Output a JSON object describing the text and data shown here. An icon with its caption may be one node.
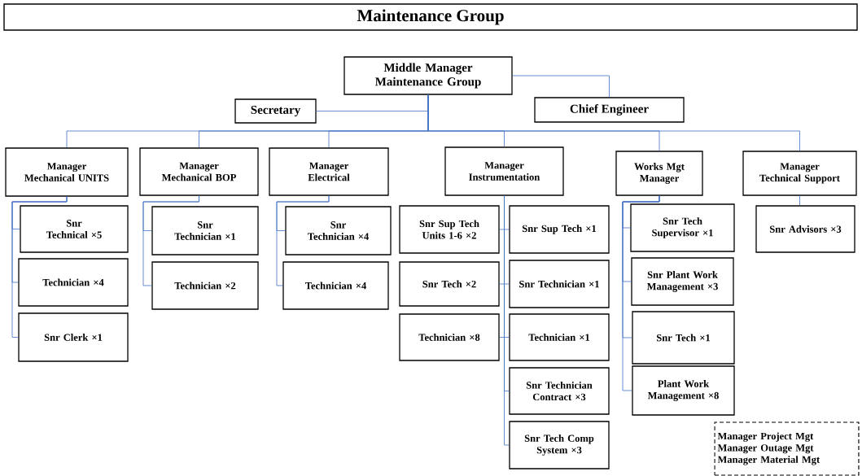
{
  "diagram": {
    "title": "Maintenance Group",
    "nodes": [
      {
        "text": [
          "Middle Manager Maintenance Group"
        ]
      },
      {
        "text": [
          "Secretary"
        ]
      },
      {
        "text": [
          "Chief Engineer"
        ]
      },
      {
        "text": [
          "Manager Mechanical UNITS"
        ]
      },
      {
        "text": [
          "Manager Mechanical BOP"
        ]
      },
      {
        "text": [
          "Manager Electrical"
        ]
      },
      {
        "text": [
          "Manager Instrumentation"
        ]
      },
      {
        "text": [
          "Works Mgt Manager"
        ]
      },
      {
        "text": [
          "Manager Technical Support"
        ]
      },
      {
        "text": [
          "Snr Technical ×5"
        ]
      },
      {
        "text": [
          "Technician ×4"
        ]
      },
      {
        "text": [
          "Snr Clerk ×1"
        ]
      },
      {
        "text": [
          "Snr Technician ×1"
        ]
      },
      {
        "text": [
          "Technician ×2"
        ]
      },
      {
        "text": [
          "Snr Technician ×4"
        ]
      },
      {
        "text": [
          "Technician ×4"
        ]
      },
      {
        "text": [
          "Snr Sup Tech Units 1-6 ×2"
        ]
      },
      {
        "text": [
          "Snr Sup Tech ×1"
        ]
      },
      {
        "text": [
          "Snr Tech ×2"
        ]
      },
      {
        "text": [
          "Snr Technician ×1"
        ]
      },
      {
        "text": [
          "Technician ×8"
        ]
      },
      {
        "text": [
          "Technician ×1"
        ]
      },
      {
        "text": [
          "Snr Technician Contract ×3"
        ]
      },
      {
        "text": [
          "Snr Tech Comp System ×3"
        ]
      },
      {
        "text": [
          "Snr Tech Supervisor ×1"
        ]
      },
      {
        "text": [
          "Snr Plant Work Management ×3"
        ]
      },
      {
        "text": [
          "Snr Tech ×1"
        ]
      },
      {
        "text": [
          "Plant Work Management ×8"
        ]
      },
      {
        "text": [
          "Snr Advisors ×3"
        ]
      },
      {
        "text": [
          "Manager Project Mgt",
          "Manager Outage Mgt",
          "Manager Material Mgt"
        ]
      }
    ],
    "edges": [
      {
        "from": 0,
        "to": 1,
        "arrow": "none"
      },
      {
        "from": 0,
        "to": 2,
        "arrow": "none"
      },
      {
        "from": 0,
        "to": 3,
        "arrow": "none"
      },
      {
        "from": 0,
        "to": 4,
        "arrow": "none"
      },
      {
        "from": 0,
        "to": 5,
        "arrow": "none"
      },
      {
        "from": 0,
        "to": 6,
        "arrow": "none"
      },
      {
        "from": 0,
        "to": 7,
        "arrow": "none"
      },
      {
        "from": 0,
        "to": 8,
        "arrow": "none"
      },
      {
        "from": 3,
        "to": 9,
        "arrow": "none"
      },
      {
        "from": 3,
        "to": 10,
        "arrow": "none"
      },
      {
        "from": 3,
        "to": 11,
        "arrow": "none"
      },
      {
        "from": 4,
        "to": 12,
        "arrow": "none"
      },
      {
        "from": 4,
        "to": 13,
        "arrow": "none"
      },
      {
        "from": 5,
        "to": 14,
        "arrow": "none"
      },
      {
        "from": 5,
        "to": 15,
        "arrow": "none"
      },
      {
        "from": 6,
        "to": 16,
        "arrow": "none"
      },
      {
        "from": 6,
        "to": 17,
        "arrow": "none"
      },
      {
        "from": 6,
        "to": 18,
        "arrow": "none"
      },
      {
        "from": 6,
        "to": 19,
        "arrow": "none"
      },
      {
        "from": 6,
        "to": 20,
        "arrow": "none"
      },
      {
        "from": 6,
        "to": 21,
        "arrow": "none"
      },
      {
        "from": 6,
        "to": 22,
        "arrow": "none"
      },
      {
        "from": 6,
        "to": 23,
        "arrow": "none"
      },
      {
        "from": 7,
        "to": 24,
        "arrow": "none"
      },
      {
        "from": 7,
        "to": 25,
        "arrow": "none"
      },
      {
        "from": 7,
        "to": 26,
        "arrow": "none"
      },
      {
        "from": 7,
        "to": 27,
        "arrow": "none"
      },
      {
        "from": 8,
        "to": 28,
        "arrow": "none"
      }
    ]
  }
}
